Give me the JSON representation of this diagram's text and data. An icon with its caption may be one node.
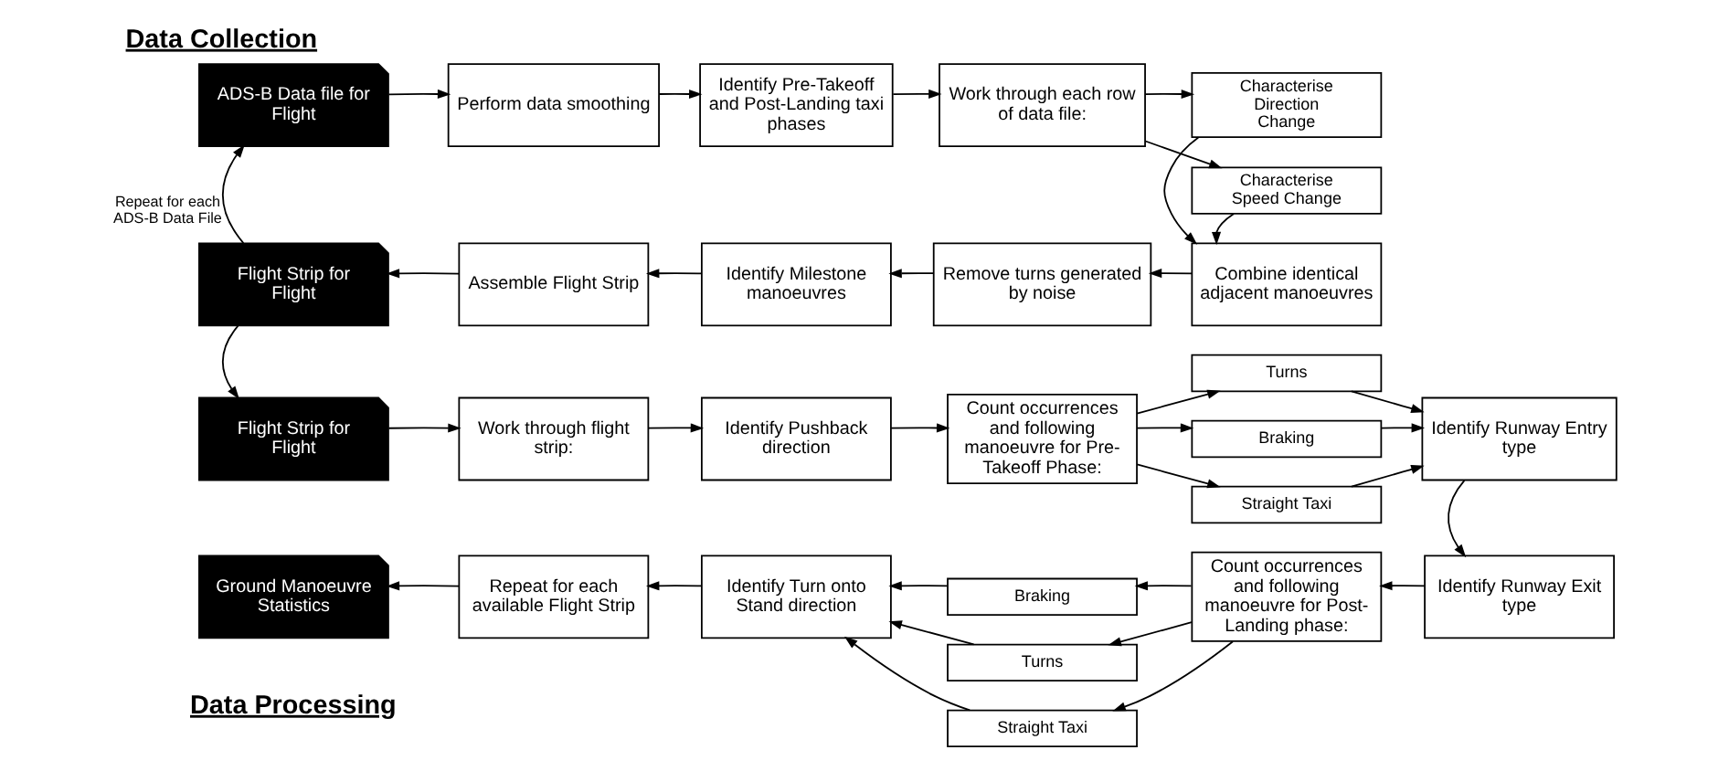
{
  "diagram": {
    "title": "Data Collection",
    "caption": "Data Processing",
    "nodes": [
      {
        "text": [
          "ADS-B Data file for Flight"
        ]
      },
      {
        "text": [
          "Perform data smoothing"
        ]
      },
      {
        "text": [
          "Identify Pre-Takeoff and Post-Landing taxi phases"
        ]
      },
      {
        "text": [
          "Work through each row of data file:"
        ]
      },
      {
        "text": [
          "Characterise Direction Change"
        ]
      },
      {
        "text": [
          "Characterise Speed Change"
        ]
      },
      {
        "text": [
          "Flight Strip for Flight"
        ]
      },
      {
        "text": [
          "Assemble Flight Strip"
        ]
      },
      {
        "text": [
          "Identify Milestone manoeuvres"
        ]
      },
      {
        "text": [
          "Remove turns generated by noise"
        ]
      },
      {
        "text": [
          "Combine identical adjacent manoeuvres"
        ]
      },
      {
        "text": [
          "Flight Strip for Flight"
        ]
      },
      {
        "text": [
          "Work through flight strip:"
        ]
      },
      {
        "text": [
          "Identify Pushback direction"
        ]
      },
      {
        "text": [
          "Count occurrences and following manoeuvre for Pre-Takeoff Phase:"
        ]
      },
      {
        "text": [
          "Turns"
        ]
      },
      {
        "text": [
          "Braking"
        ]
      },
      {
        "text": [
          "Straight Taxi"
        ]
      },
      {
        "text": [
          "Identify Runway Entry type"
        ]
      },
      {
        "text": [
          "Ground Manoeuvre Statistics"
        ]
      },
      {
        "text": [
          "Repeat for each available Flight Strip"
        ]
      },
      {
        "text": [
          "Identify Turn onto Stand direction"
        ]
      },
      {
        "text": [
          "Turns"
        ]
      },
      {
        "text": [
          "Braking"
        ]
      },
      {
        "text": [
          "Straight Taxi"
        ]
      },
      {
        "text": [
          "Count occurrences and following manoeuvre for Post-Landing phase:"
        ]
      },
      {
        "text": [
          "Identify Runway Exit type"
        ]
      }
    ],
    "edges": [
      {
        "from": 0,
        "to": 1,
        "arrow": "to"
      },
      {
        "from": 1,
        "to": 2,
        "arrow": "to"
      },
      {
        "from": 2,
        "to": 3,
        "arrow": "to"
      },
      {
        "from": 3,
        "to": 4,
        "arrow": "to"
      },
      {
        "from": 3,
        "to": 5,
        "arrow": "to"
      },
      {
        "from": 4,
        "to": 10,
        "arrow": "to"
      },
      {
        "from": 5,
        "to": 10,
        "arrow": "to"
      },
      {
        "from": 10,
        "to": 9,
        "arrow": "to"
      },
      {
        "from": 9,
        "to": 8,
        "arrow": "to"
      },
      {
        "from": 8,
        "to": 7,
        "arrow": "to"
      },
      {
        "from": 7,
        "to": 6,
        "arrow": "to"
      },
      {
        "from": 6,
        "to": 0,
        "arrow": "to",
        "label": "Repeat for each ADS-B Data File"
      },
      {
        "from": 6,
        "to": 11,
        "arrow": "to"
      },
      {
        "from": 11,
        "to": 12,
        "arrow": "to"
      },
      {
        "from": 12,
        "to": 13,
        "arrow": "to"
      },
      {
        "from": 13,
        "to": 14,
        "arrow": "to"
      },
      {
        "from": 14,
        "to": 15,
        "arrow": "to"
      },
      {
        "from": 14,
        "to": 16,
        "arrow": "to"
      },
      {
        "from": 14,
        "to": 17,
        "arrow": "to"
      },
      {
        "from": 15,
        "to": 18,
        "arrow": "to"
      },
      {
        "from": 16,
        "to": 18,
        "arrow": "to"
      },
      {
        "from": 17,
        "to": 18,
        "arrow": "to"
      },
      {
        "from": 18,
        "to": 26,
        "arrow": "to"
      },
      {
        "from": 26,
        "to": 25,
        "arrow": "to"
      },
      {
        "from": 25,
        "to": 22,
        "arrow": "to"
      },
      {
        "from": 25,
        "to": 23,
        "arrow": "to"
      },
      {
        "from": 25,
        "to": 24,
        "arrow": "to"
      },
      {
        "from": 22,
        "to": 21,
        "arrow": "to"
      },
      {
        "from": 23,
        "to": 21,
        "arrow": "to"
      },
      {
        "from": 24,
        "to": 21,
        "arrow": "to"
      },
      {
        "from": 21,
        "to": 20,
        "arrow": "to"
      },
      {
        "from": 20,
        "to": 19,
        "arrow": "to"
      }
    ]
  }
}
